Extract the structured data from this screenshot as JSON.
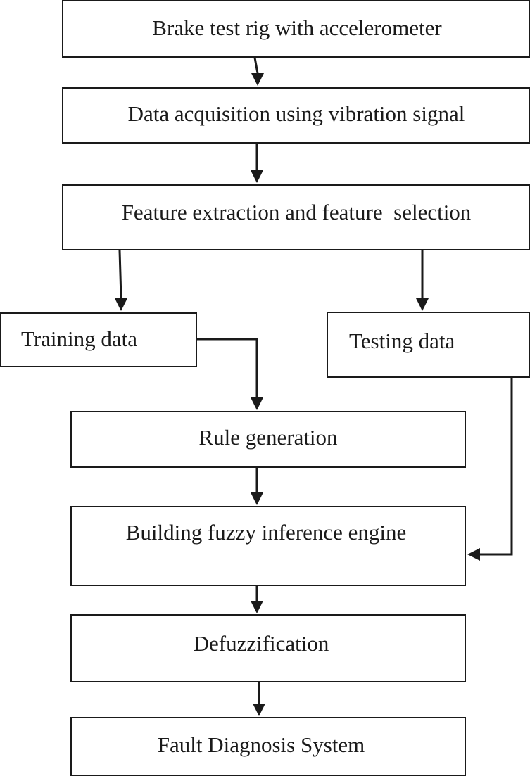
{
  "flowchart": {
    "steps": {
      "rig": "Brake test rig with accelerometer",
      "acquisition": "Data acquisition using vibration signal",
      "features": "Feature extraction and feature  selection",
      "training": "Training data",
      "testing": "Testing data",
      "rules": "Rule generation",
      "fis": "Building fuzzy inference engine",
      "defuzz": "Defuzzification",
      "fault": "Fault Diagnosis System"
    }
  }
}
